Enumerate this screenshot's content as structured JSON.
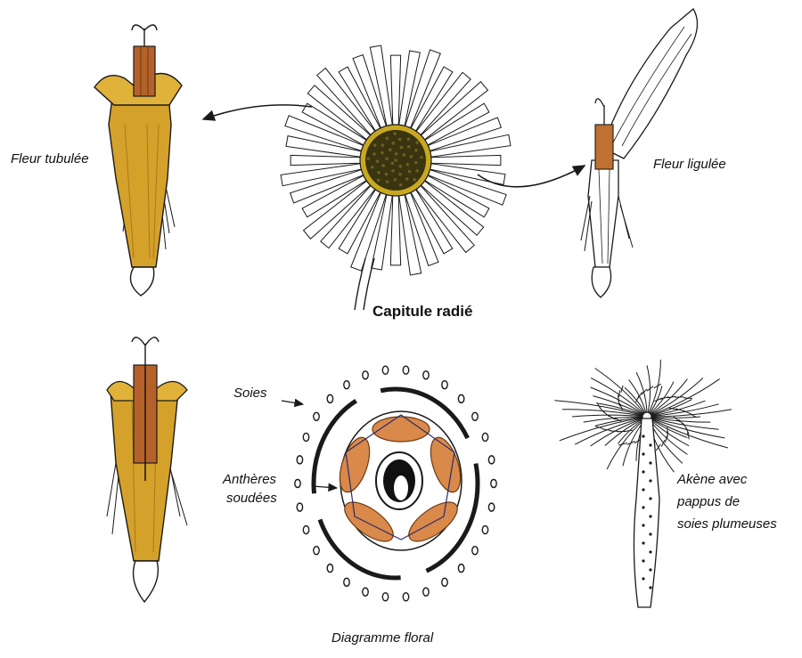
{
  "labels": {
    "tubular_flower": "Fleur tubulée",
    "ligulate_flower": "Fleur ligulée",
    "capitulum": "Capitule radié",
    "bristles": "Soies",
    "anthers_line1": "Anthères",
    "anthers_line2": "soudées",
    "achene_line1": "Akène avec",
    "achene_line2": "pappus de",
    "achene_line3": "soies plumeuses",
    "floral_diagram": "Diagramme floral"
  },
  "colors": {
    "corolla_yellow": "#d4a12a",
    "corolla_dark": "#a87a1a",
    "anther_brown": "#b5622a",
    "disc_dark": "#3a3410",
    "disc_yellow": "#c8a820",
    "anther_orange": "#d9894a",
    "ink": "#1a1a1a"
  }
}
